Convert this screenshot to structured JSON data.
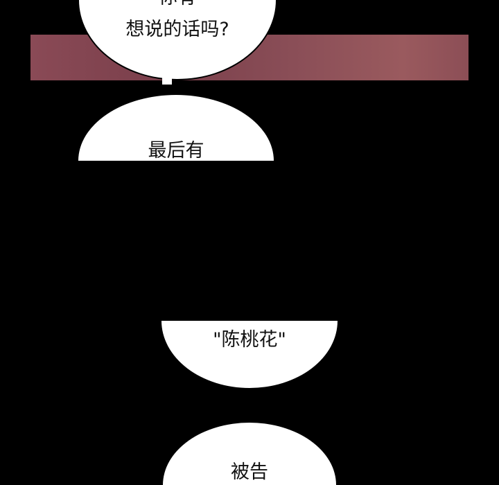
{
  "panels": {
    "bubble1": {
      "partial_text": "你有",
      "text": "想说的话吗?"
    },
    "bubble2": {
      "text": "最后有"
    },
    "bubble3": {
      "text": "\"陈桃花\""
    },
    "bubble4": {
      "text": "被告"
    }
  },
  "colors": {
    "background": "#000000",
    "band": "#8a4a56",
    "bubble": "#ffffff"
  }
}
